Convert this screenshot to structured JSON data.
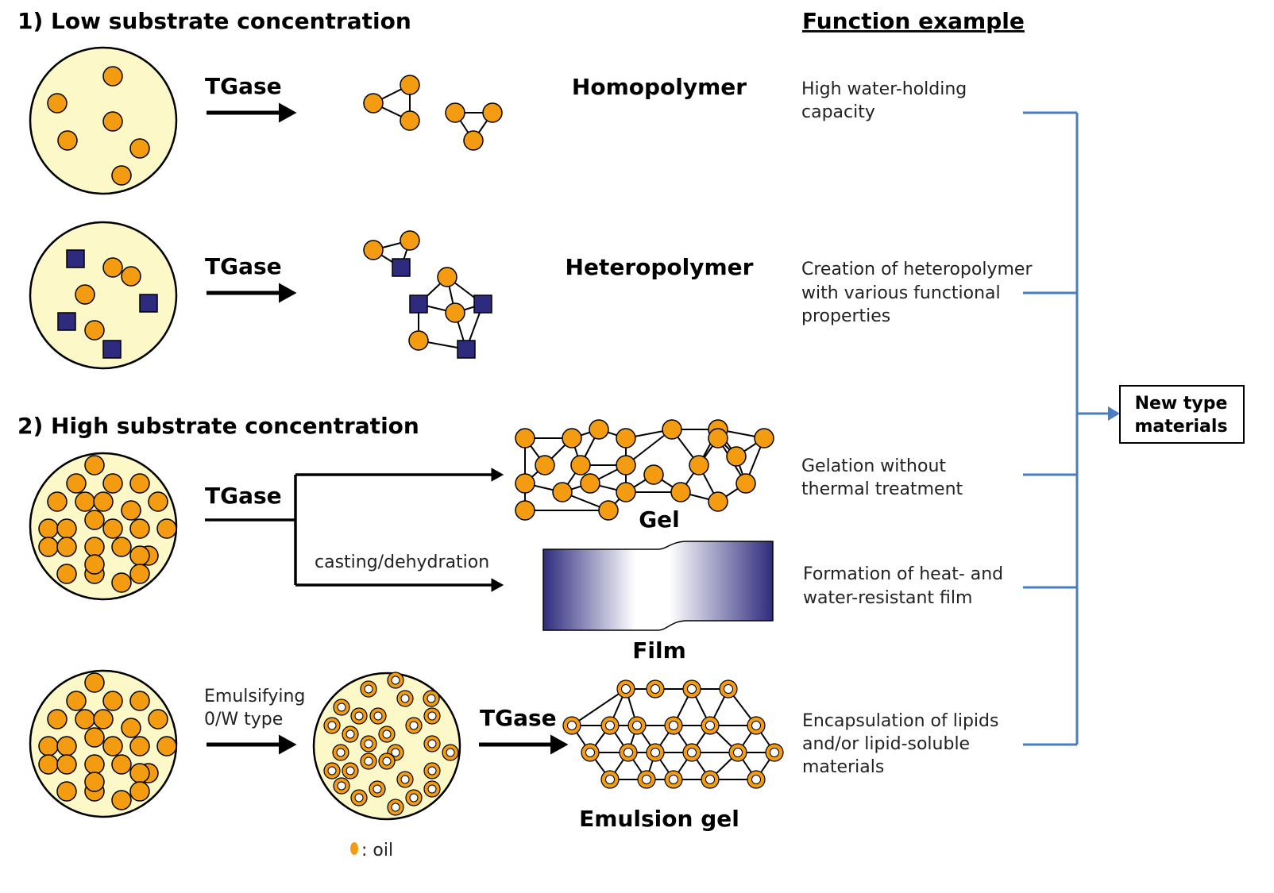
{
  "headings": {
    "low": "1) Low substrate concentration",
    "high": "2) High substrate concentration",
    "function": "Function example"
  },
  "enzyme": "TGase",
  "labels": {
    "homopolymer": "Homopolymer",
    "heteropolymer": "Heteropolymer",
    "gel": "Gel",
    "film": "Film",
    "emulsion_gel": "Emulsion gel"
  },
  "process": {
    "casting": "casting/dehydration",
    "emulsifying_line1": "Emulsifying",
    "emulsifying_line2": "0/W type"
  },
  "legend": {
    "oil": ": oil"
  },
  "functions": [
    [
      "High water-holding",
      "capacity"
    ],
    [
      "Creation of heteropolymer",
      "with various functional",
      "properties"
    ],
    [
      "Gelation without",
      "thermal treatment"
    ],
    [
      "Formation of heat- and",
      "water-resistant film"
    ],
    [
      "Encapsulation of lipids",
      "and/or lipid-soluble",
      "materials"
    ]
  ],
  "result_box": {
    "line1": "New type",
    "line2": "materials"
  },
  "colors": {
    "protein": "#f39c12",
    "substrate_square": "#2e2b7e",
    "sample_fill": "#fdf8c8",
    "bracket": "#4a7ec4",
    "film_dark": "#2e2b7e"
  }
}
